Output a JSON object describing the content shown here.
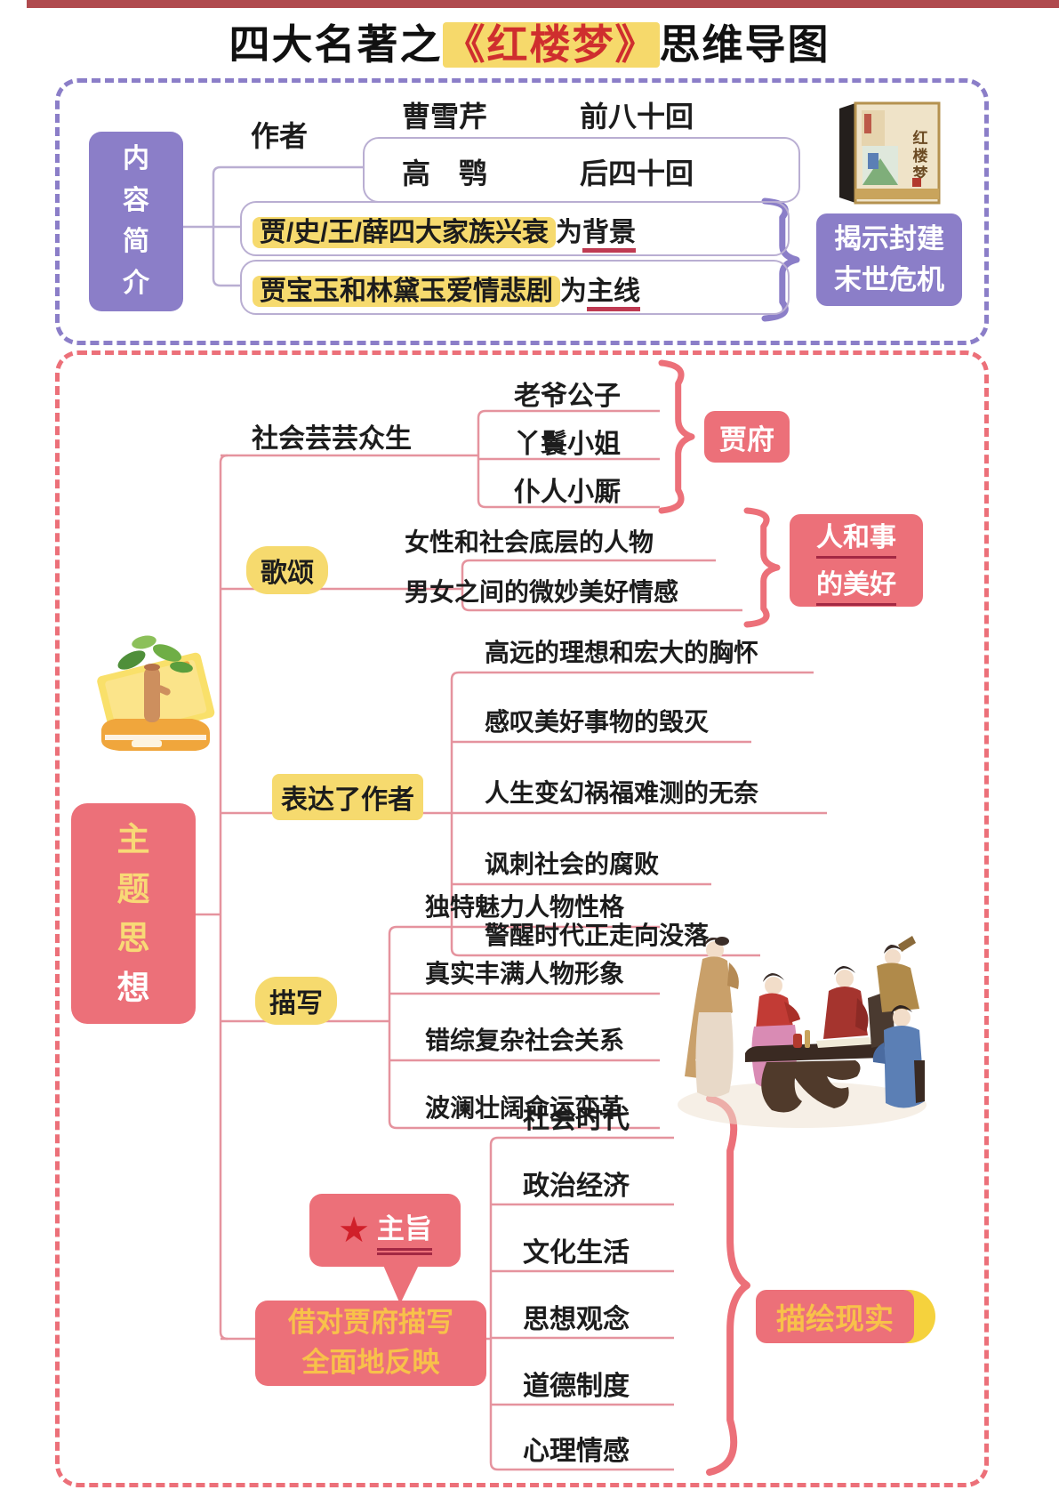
{
  "palette": {
    "purple": "#8b7ec8",
    "pink": "#ec7079",
    "highlight_yellow": "#f6da6e",
    "underline_red": "#bf3a52",
    "title_red": "#cf2e2e",
    "orange_text": "#f8c14a",
    "top_bar": "#b04a4e"
  },
  "title": {
    "prefix": "四大名著之",
    "highlight": "《红楼梦》",
    "suffix": "思维导图"
  },
  "intro": {
    "label": "内容简介",
    "author_label": "作者",
    "authors": [
      {
        "name": "曹雪芹",
        "scope": "前八十回"
      },
      {
        "name": "高　鹗",
        "scope": "后四十回"
      }
    ],
    "background": {
      "highlight": "贾/史/王/薛四大家族兴衰",
      "mid": "为",
      "emph": "背景"
    },
    "mainline": {
      "highlight": "贾宝玉和林黛玉爱情悲剧",
      "mid": "为",
      "emph": "主线"
    },
    "conclusion_line1": "揭示封建",
    "conclusion_line2": "末世危机",
    "book_cover_title": "红楼梦"
  },
  "theme": {
    "label_main": "主题思",
    "label_last": "想",
    "branch_people": {
      "label": "社会芸芸众生",
      "children": [
        "老爷公子",
        "丫鬟小姐",
        "仆人小厮"
      ],
      "result": "贾府"
    },
    "branch_praise": {
      "label": "歌颂",
      "children": [
        "女性和社会底层的人物",
        "男女之间的微妙美好情感"
      ],
      "result_line1": "人和事",
      "result_line2": "的美好"
    },
    "branch_express": {
      "label": "表达了作者",
      "children": [
        "高远的理想和宏大的胸怀",
        "感叹美好事物的毁灭",
        "人生变幻祸福难测的无奈",
        "讽刺社会的腐败",
        "警醒时代正走向没落"
      ]
    },
    "branch_depict": {
      "label": "描写",
      "children": [
        "独特魅力人物性格",
        "真实丰满人物形象",
        "错综复杂社会关系",
        "波澜壮阔命运变革"
      ]
    },
    "branch_theme": {
      "badge": "主旨",
      "label_line1": "借对贾府描写",
      "label_line2": "全面地反映",
      "children": [
        "社会时代",
        "政治经济",
        "文化生活",
        "思想观念",
        "道德制度",
        "心理情感"
      ],
      "result": "描绘现实"
    }
  }
}
